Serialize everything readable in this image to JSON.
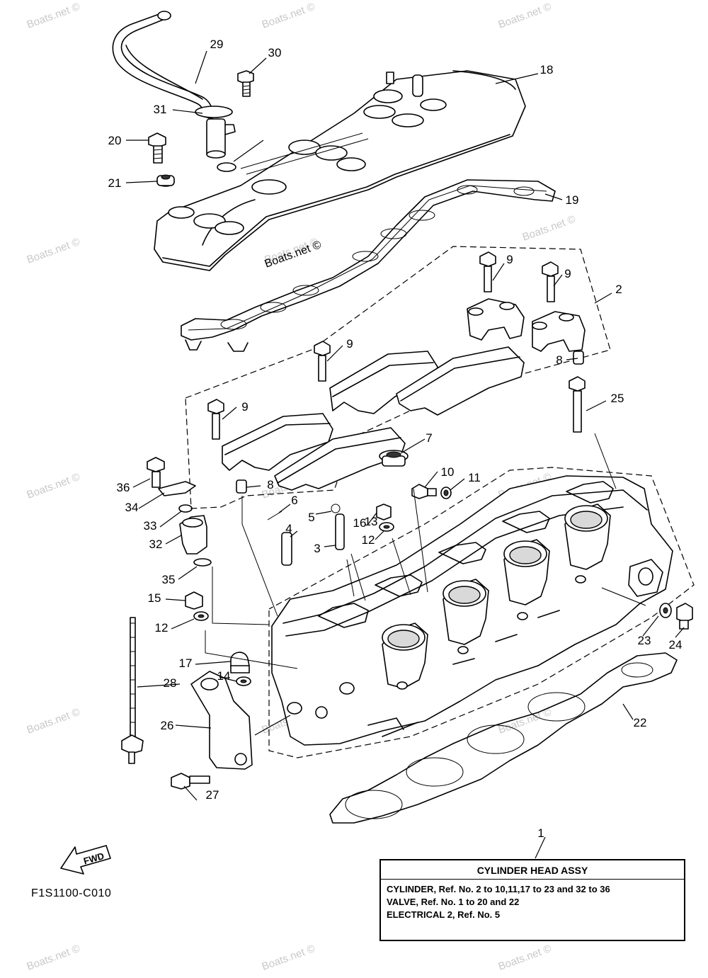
{
  "watermark": "Boats.net ©",
  "diagram_code": "F1S1100-C010",
  "fwd_label": "FWD",
  "callouts": [
    "1",
    "2",
    "3",
    "4",
    "5",
    "6",
    "7",
    "8",
    "8",
    "9",
    "9",
    "9",
    "9",
    "10",
    "11",
    "12",
    "12",
    "13",
    "14",
    "15",
    "16",
    "17",
    "18",
    "19",
    "20",
    "21",
    "22",
    "23",
    "24",
    "25",
    "26",
    "27",
    "28",
    "29",
    "30",
    "31",
    "32",
    "33",
    "34",
    "35",
    "36"
  ],
  "info_box": {
    "title": "CYLINDER HEAD ASSY",
    "lines": [
      "CYLINDER, Ref. No. 2 to 10,11,17 to 23 and 32 to 36",
      "VALVE, Ref. No. 1 to 20 and 22",
      "ELECTRICAL 2, Ref. No. 5"
    ]
  }
}
